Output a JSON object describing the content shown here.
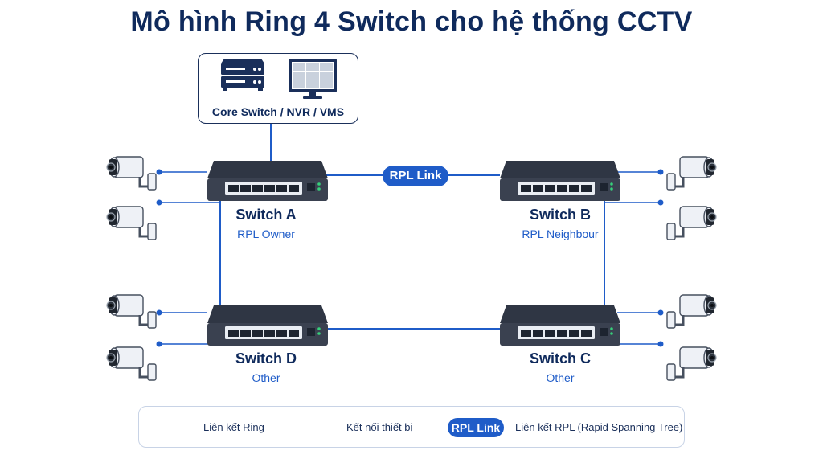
{
  "title": "Mô hình Ring 4 Switch cho hệ thống CCTV",
  "core": {
    "label": "Core Switch / NVR / VMS"
  },
  "switches": {
    "a": {
      "name": "Switch A",
      "role": "RPL Owner"
    },
    "b": {
      "name": "Switch B",
      "role": "RPL Neighbour"
    },
    "c": {
      "name": "Switch C",
      "role": "Other"
    },
    "d": {
      "name": "Switch D",
      "role": "Other"
    }
  },
  "rpl_label": "RPL Link",
  "legend": {
    "ring": "Liên kết Ring",
    "device": "Kết nối thiết bị",
    "rpl_pill": "RPL Link",
    "rpl": "Liên kết RPL (Rapid Spanning Tree)"
  },
  "colors": {
    "navy": "#0f2a5c",
    "accent": "#1f5cc8",
    "switch_body": "#3a4150"
  }
}
